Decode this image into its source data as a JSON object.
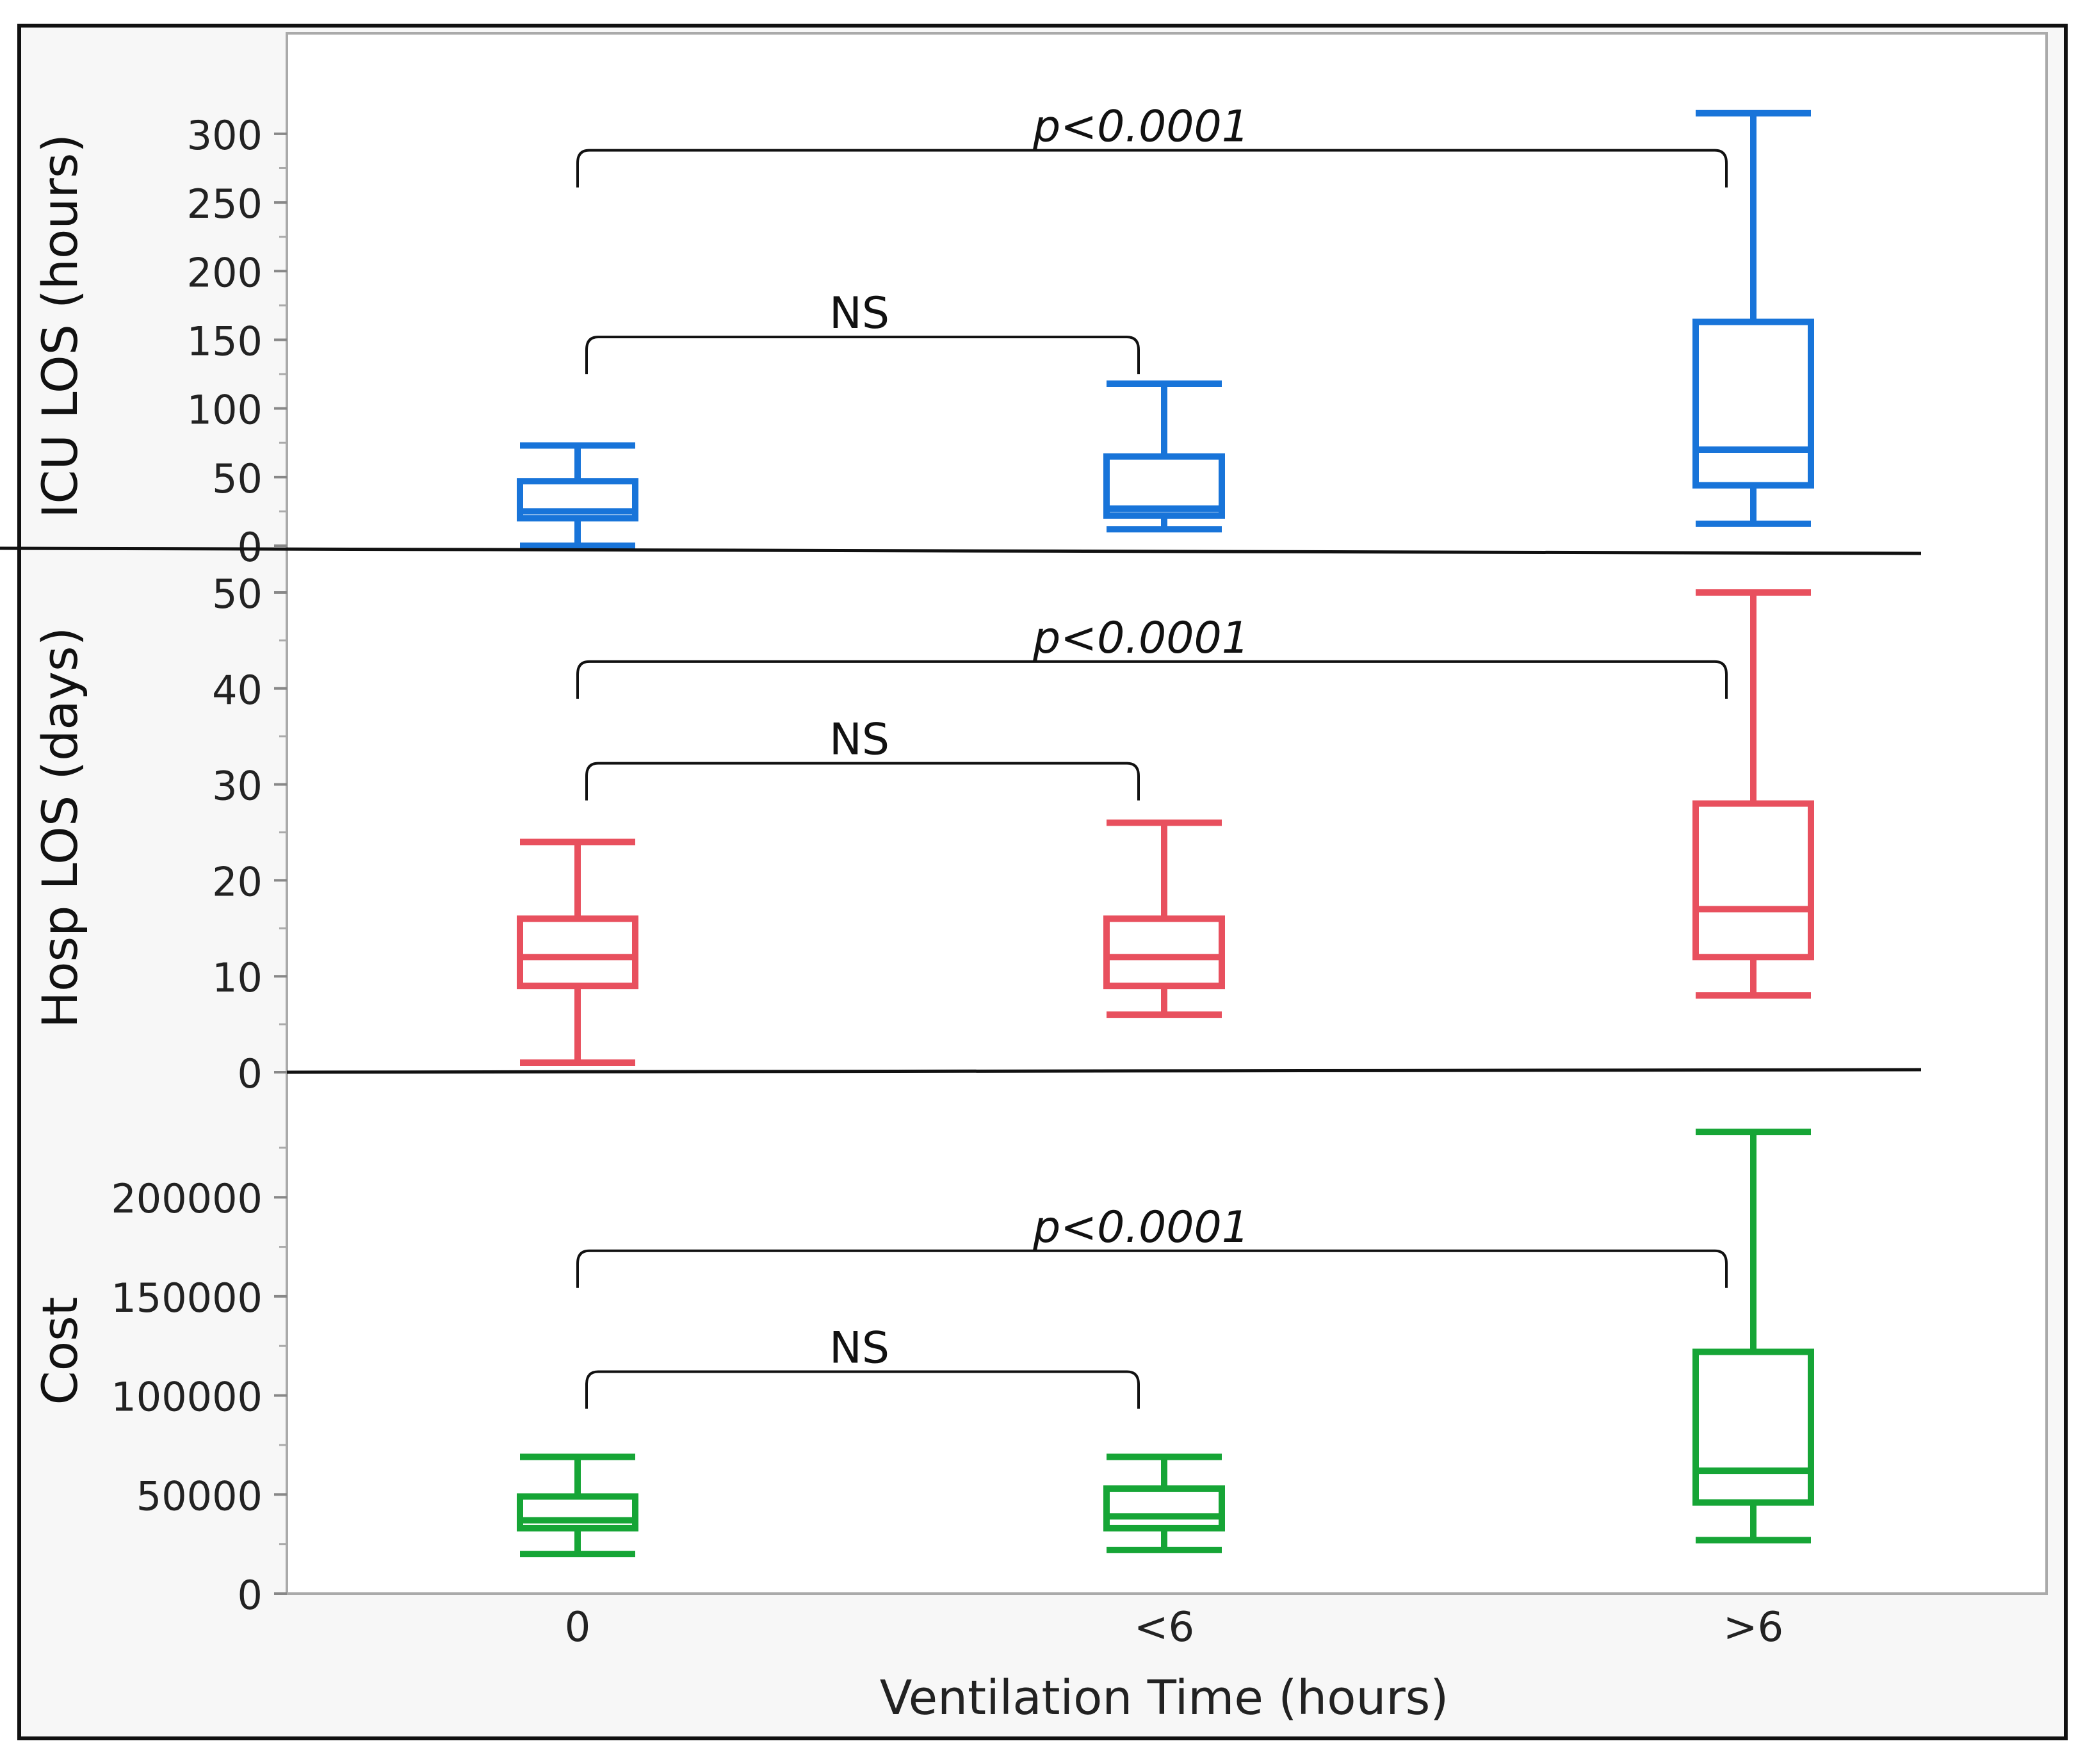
{
  "chart_data": {
    "type": "boxplot",
    "xlabel": "Ventilation Time (hours)",
    "categories": [
      "0",
      "<6",
      ">6"
    ],
    "panels": [
      {
        "ylabel": "ICU LOS (hours)",
        "color": "#1874d9",
        "ylim": [
          0,
          320
        ],
        "yticks": [
          0,
          50,
          100,
          150,
          200,
          250,
          300
        ],
        "ytick_labels": [
          "0",
          "50",
          "100",
          "150",
          "200",
          "250",
          "300"
        ],
        "boxes": [
          {
            "category": "0",
            "min": 0,
            "q1": 20,
            "median": 25,
            "q3": 47,
            "max": 73
          },
          {
            "category": "<6",
            "min": 12,
            "q1": 22,
            "median": 27,
            "q3": 65,
            "max": 118
          },
          {
            "category": ">6",
            "min": 16,
            "q1": 44,
            "median": 70,
            "q3": 163,
            "max": 315
          }
        ],
        "annotations": [
          {
            "from": "0",
            "to": ">6",
            "label": "p<0.0001",
            "italic": true,
            "y": 288
          },
          {
            "from": "0",
            "to": "<6",
            "label": "NS",
            "italic": false,
            "y": 152
          }
        ]
      },
      {
        "ylabel": "Hosp LOS (days)",
        "color": "#e8505e",
        "ylim": [
          0,
          51
        ],
        "yticks": [
          0,
          10,
          20,
          30,
          40,
          50
        ],
        "ytick_labels": [
          "0",
          "10",
          "20",
          "30",
          "40",
          "50"
        ],
        "boxes": [
          {
            "category": "0",
            "min": 1,
            "q1": 9,
            "median": 12,
            "q3": 16,
            "max": 24
          },
          {
            "category": "<6",
            "min": 6,
            "q1": 9,
            "median": 12,
            "q3": 16,
            "max": 26
          },
          {
            "category": ">6",
            "min": 8,
            "q1": 12,
            "median": 17,
            "q3": 28,
            "max": 50
          }
        ],
        "annotations": [
          {
            "from": "0",
            "to": ">6",
            "label": "p<0.0001",
            "italic": true,
            "y": 42.8
          },
          {
            "from": "0",
            "to": "<6",
            "label": "NS",
            "italic": false,
            "y": 32.2
          }
        ]
      },
      {
        "ylabel": "Cost",
        "color": "#16a536",
        "ylim": [
          0,
          245000
        ],
        "yticks": [
          0,
          50000,
          100000,
          150000,
          200000
        ],
        "ytick_labels": [
          "0",
          "50000",
          "100000",
          "150000",
          "200000"
        ],
        "boxes": [
          {
            "category": "0",
            "min": 20000,
            "q1": 33000,
            "median": 37000,
            "q3": 49000,
            "max": 69000
          },
          {
            "category": "<6",
            "min": 22000,
            "q1": 33000,
            "median": 39000,
            "q3": 53000,
            "max": 69000
          },
          {
            "category": ">6",
            "min": 27000,
            "q1": 46000,
            "median": 62000,
            "q3": 122000,
            "max": 233000
          }
        ],
        "annotations": [
          {
            "from": "0",
            "to": ">6",
            "label": "p<0.0001",
            "italic": true,
            "y": 173000
          },
          {
            "from": "0",
            "to": "<6",
            "label": "NS",
            "italic": false,
            "y": 112000
          }
        ]
      }
    ]
  }
}
